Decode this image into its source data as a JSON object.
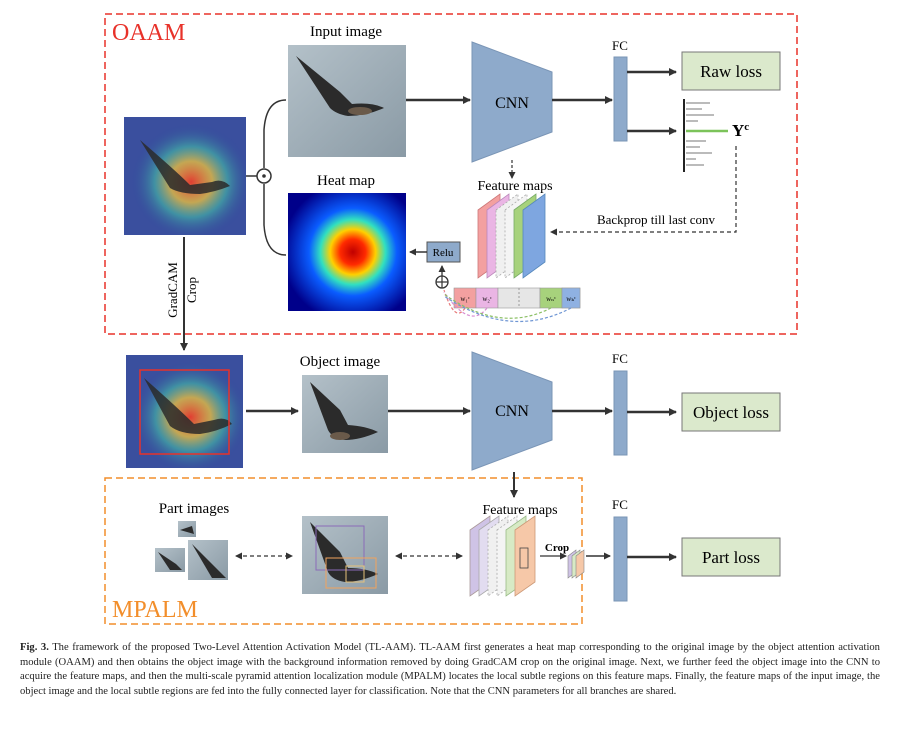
{
  "figure": {
    "modules": {
      "oaam": "OAAM",
      "mpalm": "MPALM"
    },
    "labels": {
      "input_image": "Input image",
      "heat_map": "Heat map",
      "object_image": "Object image",
      "part_images": "Part images",
      "feature_maps": "Feature maps",
      "cnn": "CNN",
      "fc": "FC",
      "relu": "Relu",
      "backprop": "Backprop till last conv",
      "gradcam": "GradCAM",
      "crop_vertical": "Crop",
      "crop": "Crop",
      "y_c": "Y",
      "y_c_sup": "c"
    },
    "weights": [
      "w₁ᶜ",
      "w₂ᶜ",
      "wₙᶜ",
      "wₖᶜ"
    ],
    "losses": {
      "raw": "Raw loss",
      "object": "Object loss",
      "part": "Part loss"
    },
    "colors": {
      "cnn_fill": "#8eaacb",
      "loss_fill": "#dbe9cc",
      "oaam_border": "#e8322a",
      "mpalm_border": "#f28e2b"
    }
  },
  "caption": {
    "label": "Fig. 3.",
    "text": "The framework of the proposed Two-Level Attention Activation Model (TL-AAM). TL-AAM first generates a heat map corresponding to the original image by the object attention activation module (OAAM) and then obtains the object image with the background information removed by doing GradCAM crop on the original image. Next, we further feed the object image into the CNN to acquire the feature maps, and then the multi-scale pyramid attention localization module (MPALM) locates the local subtle regions on this feature maps. Finally, the feature maps of the input image, the object image and the local subtle regions are fed into the fully connected layer for classification. Note that the CNN parameters for all branches are shared."
  }
}
